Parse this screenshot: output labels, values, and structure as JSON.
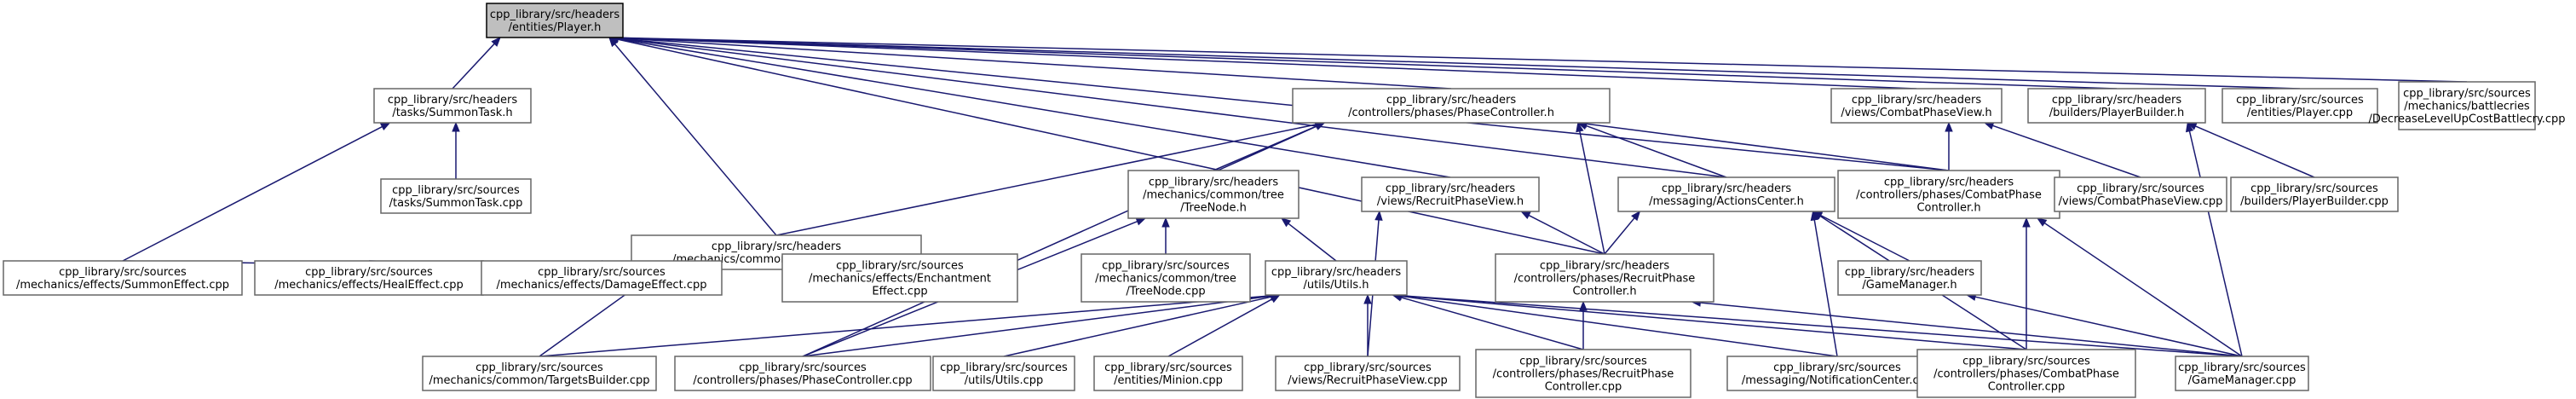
{
  "graph": {
    "nodes": [
      {
        "id": "player_h",
        "label": [
          "cpp_library/src/headers",
          "/entities/Player.h"
        ]
      },
      {
        "id": "summontask_h",
        "label": [
          "cpp_library/src/headers",
          "/tasks/SummonTask.h"
        ]
      },
      {
        "id": "phasecontroller_h",
        "label": [
          "cpp_library/src/headers",
          "/controllers/phases/PhaseController.h"
        ]
      },
      {
        "id": "combatphaseview_h",
        "label": [
          "cpp_library/src/headers",
          "/views/CombatPhaseView.h"
        ]
      },
      {
        "id": "playerbuilder_h",
        "label": [
          "cpp_library/src/headers",
          "/builders/PlayerBuilder.h"
        ]
      },
      {
        "id": "player_cpp",
        "label": [
          "cpp_library/src/sources",
          "/entities/Player.cpp"
        ]
      },
      {
        "id": "decreaselevel_cpp",
        "label": [
          "cpp_library/src/sources",
          "/mechanics/battlecries",
          "/DecreaseLevelUpCostBattlecry.cpp"
        ]
      },
      {
        "id": "summontask_cpp",
        "label": [
          "cpp_library/src/sources",
          "/tasks/SummonTask.cpp"
        ]
      },
      {
        "id": "targetsbuilder_h",
        "label": [
          "cpp_library/src/headers",
          "/mechanics/common/TargetsBuilder.h"
        ]
      },
      {
        "id": "treenode_h",
        "label": [
          "cpp_library/src/headers",
          "/mechanics/common/tree",
          "/TreeNode.h"
        ]
      },
      {
        "id": "recruitphaseview_h",
        "label": [
          "cpp_library/src/headers",
          "/views/RecruitPhaseView.h"
        ]
      },
      {
        "id": "actionscenter_h",
        "label": [
          "cpp_library/src/headers",
          "/messaging/ActionsCenter.h"
        ]
      },
      {
        "id": "combatphasecontroller_h",
        "label": [
          "cpp_library/src/headers",
          "/controllers/phases/CombatPhase",
          "Controller.h"
        ]
      },
      {
        "id": "combatphaseview_cpp",
        "label": [
          "cpp_library/src/sources",
          "/views/CombatPhaseView.cpp"
        ]
      },
      {
        "id": "playerbuilder_cpp",
        "label": [
          "cpp_library/src/sources",
          "/builders/PlayerBuilder.cpp"
        ]
      },
      {
        "id": "summoneffect_cpp",
        "label": [
          "cpp_library/src/sources",
          "/mechanics/effects/SummonEffect.cpp"
        ]
      },
      {
        "id": "healeffect_cpp",
        "label": [
          "cpp_library/src/sources",
          "/mechanics/effects/HealEffect.cpp"
        ]
      },
      {
        "id": "damageeffect_cpp",
        "label": [
          "cpp_library/src/sources",
          "/mechanics/effects/DamageEffect.cpp"
        ]
      },
      {
        "id": "enchantment_cpp",
        "label": [
          "cpp_library/src/sources",
          "/mechanics/effects/Enchantment",
          "Effect.cpp"
        ]
      },
      {
        "id": "treenode_cpp",
        "label": [
          "cpp_library/src/sources",
          "/mechanics/common/tree",
          "/TreeNode.cpp"
        ]
      },
      {
        "id": "utils_h",
        "label": [
          "cpp_library/src/headers",
          "/utils/Utils.h"
        ]
      },
      {
        "id": "recruitphasecontroller_h",
        "label": [
          "cpp_library/src/headers",
          "/controllers/phases/RecruitPhase",
          "Controller.h"
        ]
      },
      {
        "id": "gamemanager_h",
        "label": [
          "cpp_library/src/headers",
          "/GameManager.h"
        ]
      },
      {
        "id": "targetsbuilder_cpp",
        "label": [
          "cpp_library/src/sources",
          "/mechanics/common/TargetsBuilder.cpp"
        ]
      },
      {
        "id": "phasecontroller_cpp",
        "label": [
          "cpp_library/src/sources",
          "/controllers/phases/PhaseController.cpp"
        ]
      },
      {
        "id": "utils_cpp",
        "label": [
          "cpp_library/src/sources",
          "/utils/Utils.cpp"
        ]
      },
      {
        "id": "minion_cpp",
        "label": [
          "cpp_library/src/sources",
          "/entities/Minion.cpp"
        ]
      },
      {
        "id": "recruitphaseview_cpp",
        "label": [
          "cpp_library/src/sources",
          "/views/RecruitPhaseView.cpp"
        ]
      },
      {
        "id": "recruitphasecontroller_cpp",
        "label": [
          "cpp_library/src/sources",
          "/controllers/phases/RecruitPhase",
          "Controller.cpp"
        ]
      },
      {
        "id": "notificationcenter_cpp",
        "label": [
          "cpp_library/src/sources",
          "/messaging/NotificationCenter.cpp"
        ]
      },
      {
        "id": "combatphasecontroller_cpp",
        "label": [
          "cpp_library/src/sources",
          "/controllers/phases/CombatPhase",
          "Controller.cpp"
        ]
      },
      {
        "id": "gamemanager_cpp",
        "label": [
          "cpp_library/src/sources",
          "/GameManager.cpp"
        ]
      }
    ],
    "edges": [
      [
        "summontask_h",
        "player_h"
      ],
      [
        "phasecontroller_h",
        "player_h"
      ],
      [
        "combatphaseview_h",
        "player_h"
      ],
      [
        "playerbuilder_h",
        "player_h"
      ],
      [
        "player_cpp",
        "player_h"
      ],
      [
        "decreaselevel_cpp",
        "player_h"
      ],
      [
        "targetsbuilder_h",
        "player_h"
      ],
      [
        "recruitphaseview_h",
        "player_h"
      ],
      [
        "actionscenter_h",
        "player_h"
      ],
      [
        "combatphasecontroller_h",
        "player_h"
      ],
      [
        "recruitphasecontroller_h",
        "player_h"
      ],
      [
        "summontask_cpp",
        "summontask_h"
      ],
      [
        "summoneffect_cpp",
        "summontask_h"
      ],
      [
        "targetsbuilder_h",
        "phasecontroller_h"
      ],
      [
        "treenode_h",
        "phasecontroller_h"
      ],
      [
        "actionscenter_h",
        "phasecontroller_h"
      ],
      [
        "combatphasecontroller_h",
        "phasecontroller_h"
      ],
      [
        "recruitphasecontroller_h",
        "phasecontroller_h"
      ],
      [
        "phasecontroller_cpp",
        "phasecontroller_h"
      ],
      [
        "combatphasecontroller_h",
        "combatphaseview_h"
      ],
      [
        "combatphaseview_cpp",
        "combatphaseview_h"
      ],
      [
        "playerbuilder_cpp",
        "playerbuilder_h"
      ],
      [
        "gamemanager_cpp",
        "playerbuilder_h"
      ],
      [
        "summoneffect_cpp",
        "targetsbuilder_h"
      ],
      [
        "healeffect_cpp",
        "targetsbuilder_h"
      ],
      [
        "damageeffect_cpp",
        "targetsbuilder_h"
      ],
      [
        "enchantment_cpp",
        "targetsbuilder_h"
      ],
      [
        "targetsbuilder_cpp",
        "targetsbuilder_h"
      ],
      [
        "treenode_cpp",
        "treenode_h"
      ],
      [
        "utils_h",
        "treenode_h"
      ],
      [
        "phasecontroller_cpp",
        "treenode_h"
      ],
      [
        "recruitphasecontroller_h",
        "recruitphaseview_h"
      ],
      [
        "recruitphaseview_cpp",
        "recruitphaseview_h"
      ],
      [
        "recruitphasecontroller_h",
        "actionscenter_h"
      ],
      [
        "gamemanager_h",
        "actionscenter_h"
      ],
      [
        "notificationcenter_cpp",
        "actionscenter_h"
      ],
      [
        "combatphasecontroller_cpp",
        "actionscenter_h"
      ],
      [
        "combatphasecontroller_cpp",
        "combatphasecontroller_h"
      ],
      [
        "gamemanager_cpp",
        "combatphasecontroller_h"
      ],
      [
        "targetsbuilder_cpp",
        "utils_h"
      ],
      [
        "phasecontroller_cpp",
        "utils_h"
      ],
      [
        "utils_cpp",
        "utils_h"
      ],
      [
        "minion_cpp",
        "utils_h"
      ],
      [
        "recruitphaseview_cpp",
        "utils_h"
      ],
      [
        "recruitphasecontroller_cpp",
        "utils_h"
      ],
      [
        "notificationcenter_cpp",
        "utils_h"
      ],
      [
        "combatphasecontroller_cpp",
        "utils_h"
      ],
      [
        "gamemanager_cpp",
        "utils_h"
      ],
      [
        "recruitphasecontroller_cpp",
        "recruitphasecontroller_h"
      ],
      [
        "gamemanager_cpp",
        "recruitphasecontroller_h"
      ],
      [
        "gamemanager_cpp",
        "gamemanager_h"
      ]
    ]
  },
  "colors": {
    "edge": "#191970",
    "root_fill": "#bfbfbf",
    "node_fill": "#ffffff",
    "node_border": "#666666"
  }
}
